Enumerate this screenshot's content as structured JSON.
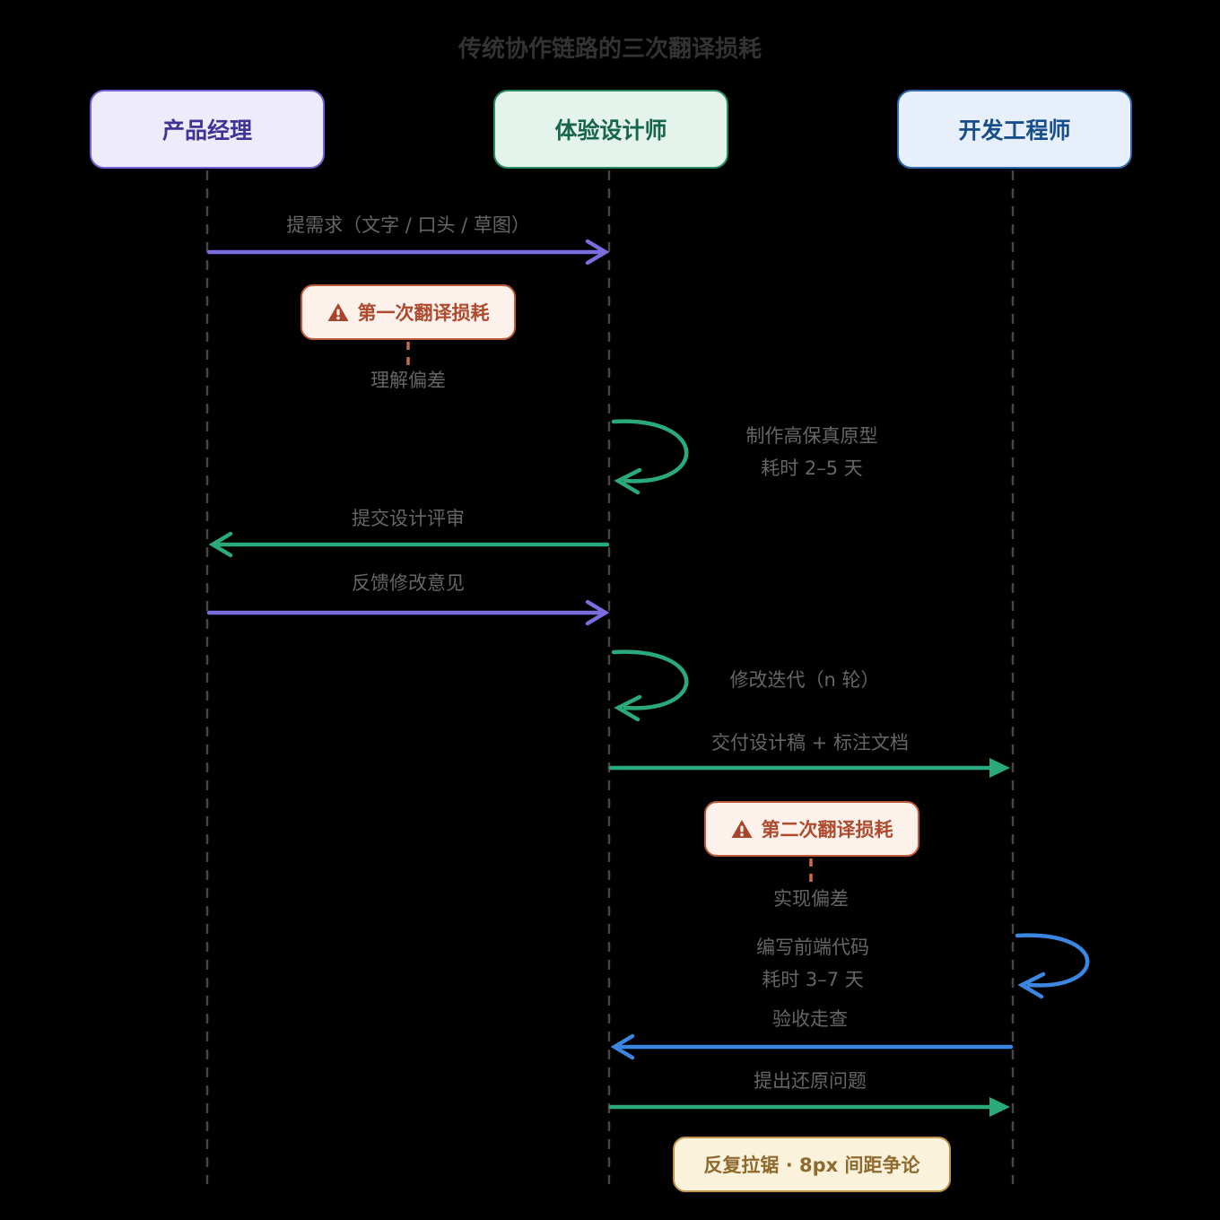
{
  "title": "传统协作链路的三次翻译损耗",
  "actors": {
    "pm": "产品经理",
    "designer": "体验设计师",
    "developer": "开发工程师"
  },
  "messages": {
    "m1": "提需求（文字 / 口头 / 草图）",
    "m2": "提交设计评审",
    "m3": "反馈修改意见",
    "m4": "交付设计稿 + 标注文档",
    "m5": "验收走查",
    "m6": "提出还原问题"
  },
  "self_loops": {
    "prototype": {
      "line1": "制作高保真原型",
      "line2": "耗时 2–5 天"
    },
    "iterate": {
      "line1": "修改迭代（n 轮）"
    },
    "coding": {
      "line1": "编写前端代码",
      "line2": "耗时 3–7 天"
    }
  },
  "warnings": {
    "first": {
      "label": "第一次翻译损耗",
      "note": "理解偏差"
    },
    "second": {
      "label": "第二次翻译损耗",
      "note": "实现偏差"
    }
  },
  "footer_note": "反复拉锯 · 8px 间距争论",
  "colors": {
    "background": "#000000",
    "pm_accent": "#7163CF",
    "designer_accent": "#2B8A60",
    "developer_accent": "#2D6BAE",
    "arrow_purple": "#7A6EDE",
    "arrow_green": "#2AAA7A",
    "arrow_blue": "#3B86E0",
    "warning_border": "#BF5B3B",
    "warning_bg": "#FCF1EB",
    "note_bg": "#FBF2DC",
    "note_border": "#BF9449",
    "label_gray": "#666666"
  }
}
